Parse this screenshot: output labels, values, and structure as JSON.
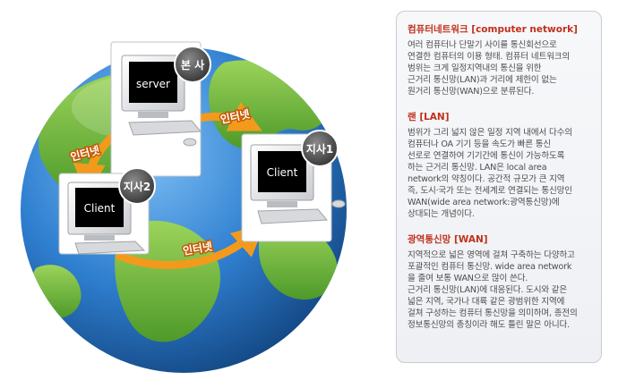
{
  "diagram": {
    "hq": {
      "badge": "본 사",
      "screen": "server"
    },
    "branch1": {
      "badge": "지사1",
      "screen": "Client"
    },
    "branch2": {
      "badge": "지사2",
      "screen": "Client"
    },
    "link_label": "인터넷",
    "colors": {
      "globe_ocean": "#2f7fd0",
      "land": "#6db63c",
      "arrow": "#f39a1c",
      "badge": "#4a4a4a"
    }
  },
  "panel": {
    "sections": [
      {
        "title": "컴퓨터네트워크 [computer network]",
        "body": "여러 컴퓨터나 단말기 사이를 통신회선으로\n연결한 컴퓨터의 이용 형태. 컴퓨터 네트워크의\n범위는 크게 일정지역내의 통신을 위한\n근거리 통신망(LAN)과 거리에 제한이 없는\n원거리 통신망(WAN)으로 분류된다."
      },
      {
        "title": "랜 [LAN]",
        "body": "범위가 그리 넓지 않은 일정 지역 내에서 다수의\n컴퓨터나 OA 기기 등을 속도가 빠른 통신\n선로로 연결하여 기기간에 통신이 가능하도록\n하는 근거리 통신망.  LAN은 local area\nnetwork의 약칭이다.  공간적 규모가 큰 지역\n즉, 도시·국가 또는 전세계로 연결되는 통신망인\n WAN(wide area network:광역통신망)에\n상대되는 개념이다."
      },
      {
        "title": "광역통신망 [WAN]",
        "body": "지역적으로 넓은 영역에 걸쳐 구축하는 다양하고\n포괄적인 컴퓨터 통신망. wide area network\n을 줄여 보통 WAN으로 많이 쓴다.\n근거리 통신망(LAN)에 대응된다. 도시와 같은\n넓은 지역, 국가나 대륙 같은 광범위한 지역에\n걸쳐 구성하는 컴퓨터 통신망을 의미하며, 종전의\n정보통신망의 총칭이라 해도 틀린 말은 아니다."
      }
    ]
  }
}
